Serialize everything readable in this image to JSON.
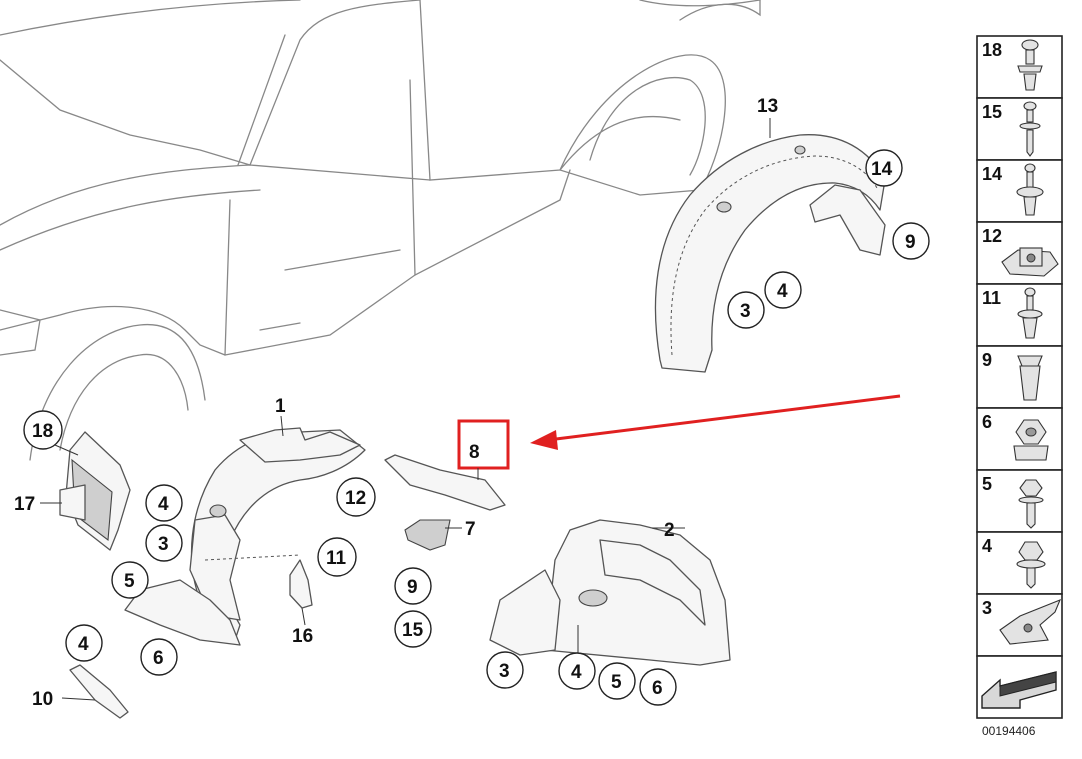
{
  "callouts": [
    {
      "id": "c13",
      "label": "13"
    },
    {
      "id": "c14",
      "label": "14"
    },
    {
      "id": "c9a",
      "label": "9"
    },
    {
      "id": "c4a",
      "label": "4"
    },
    {
      "id": "c3a",
      "label": "3"
    },
    {
      "id": "c1",
      "label": "1"
    },
    {
      "id": "c8",
      "label": "8"
    },
    {
      "id": "c18",
      "label": "18"
    },
    {
      "id": "c17",
      "label": "17"
    },
    {
      "id": "c4b",
      "label": "4"
    },
    {
      "id": "c3b",
      "label": "3"
    },
    {
      "id": "c12",
      "label": "12"
    },
    {
      "id": "c11",
      "label": "11"
    },
    {
      "id": "c5a",
      "label": "5"
    },
    {
      "id": "c16",
      "label": "16"
    },
    {
      "id": "c6a",
      "label": "6"
    },
    {
      "id": "c4c",
      "label": "4"
    },
    {
      "id": "c10",
      "label": "10"
    },
    {
      "id": "c7",
      "label": "7"
    },
    {
      "id": "c9b",
      "label": "9"
    },
    {
      "id": "c15",
      "label": "15"
    },
    {
      "id": "c2",
      "label": "2"
    },
    {
      "id": "c3c",
      "label": "3"
    },
    {
      "id": "c4d",
      "label": "4"
    },
    {
      "id": "c5b",
      "label": "5"
    },
    {
      "id": "c6b",
      "label": "6"
    }
  ],
  "legend": [
    {
      "label": "18",
      "icon": "push-rivet-icon"
    },
    {
      "label": "15",
      "icon": "screw-washer-icon"
    },
    {
      "label": "14",
      "icon": "expanding-rivet-icon"
    },
    {
      "label": "12",
      "icon": "spring-nut-icon"
    },
    {
      "label": "11",
      "icon": "plastic-rivet-icon"
    },
    {
      "label": "9",
      "icon": "expanding-nut-icon"
    },
    {
      "label": "6",
      "icon": "hex-nut-icon"
    },
    {
      "label": "5",
      "icon": "hex-bolt-icon"
    },
    {
      "label": "4",
      "icon": "collar-screw-icon"
    },
    {
      "label": "3",
      "icon": "clip-nut-icon"
    },
    {
      "label": "",
      "icon": "arrow-icon"
    }
  ],
  "diagram_code": "00194406",
  "colors": {
    "highlight": "#e02020",
    "line": "#333333"
  }
}
